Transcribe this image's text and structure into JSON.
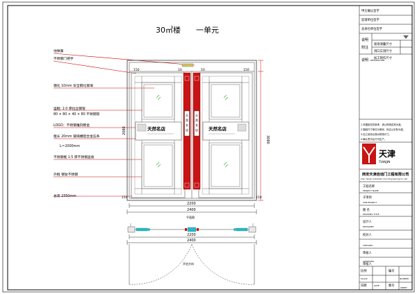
{
  "drawing": {
    "title": "30㎡楼　　一单元",
    "callouts": [
      "地弹簧",
      "不锈钢门把手",
      "钢化 10mm 安全钢化玻璃",
      "竖框: 2.0 厚拉丝钢管",
      "80 × 80 × 40 × 80 不锈钢管",
      "LOGO：不锈钢雕刻镀金",
      "框长 20mm 玻璃槽铝合金压条",
      "L＝2000mm",
      "不锈钢框 1.5 厚不锈钢盖板",
      "外框 镀钛不锈钢",
      "总高 2350mm"
    ],
    "dimensions": {
      "top_left_margin": "150",
      "top_right_margin": "150",
      "top_mid_left": "10",
      "top_mid_right": "10",
      "side_bottom": "150",
      "height": "3080",
      "inner_height": "2080",
      "inner_width": "2200",
      "total_width": "2400",
      "plan_inner_width": "2200",
      "plan_total_width": "2400"
    },
    "plan_label": "平面图",
    "swing_label": "开启方向",
    "sign_text": "天然名店"
  },
  "title_block": {
    "top_rows": [
      "甲方确认签字",
      "监理单位签字",
      "总承包单位签字"
    ],
    "notes_label_1": "说明",
    "notes_label_2": "附注",
    "spec_rows": [
      "现场测量尺寸",
      "洞口实测尺寸",
      "加工制作尺寸"
    ],
    "remarks_label": "说明",
    "remarks_text": "DESCRIPTION",
    "notes": [
      "1.本图纸仅供参考，请以现场实测为准。",
      "2.图纸尺寸单位为毫米，标注以实际为准。",
      "3.加工前务必核对现场尺寸。",
      "4.确认签字后方可生产。"
    ],
    "logo_chars": "天津",
    "logo_sub": "TIANJIN",
    "company_cn": "西安天津自动门工程有限公司",
    "company_en": "Xian Tianjin Automatic door Engineering Co.,Ltd",
    "fields": [
      "工程名称",
      "PROJECT NAME",
      "子项目",
      "SUB-PROJECT",
      "图 名",
      "DRAWING TITLE",
      "设计人",
      "DESIGNED",
      "校对人",
      "CHECKED",
      "审核人",
      "APPROVED",
      "审核人"
    ],
    "bottom": {
      "scale_label": "比例",
      "scale_en": "SCALE",
      "number_label": "编号",
      "number_en": "NUMBER",
      "date_label": "日期",
      "date_en": "DATE",
      "sheet_label": "图号",
      "sheet_en": "SHEET"
    }
  }
}
